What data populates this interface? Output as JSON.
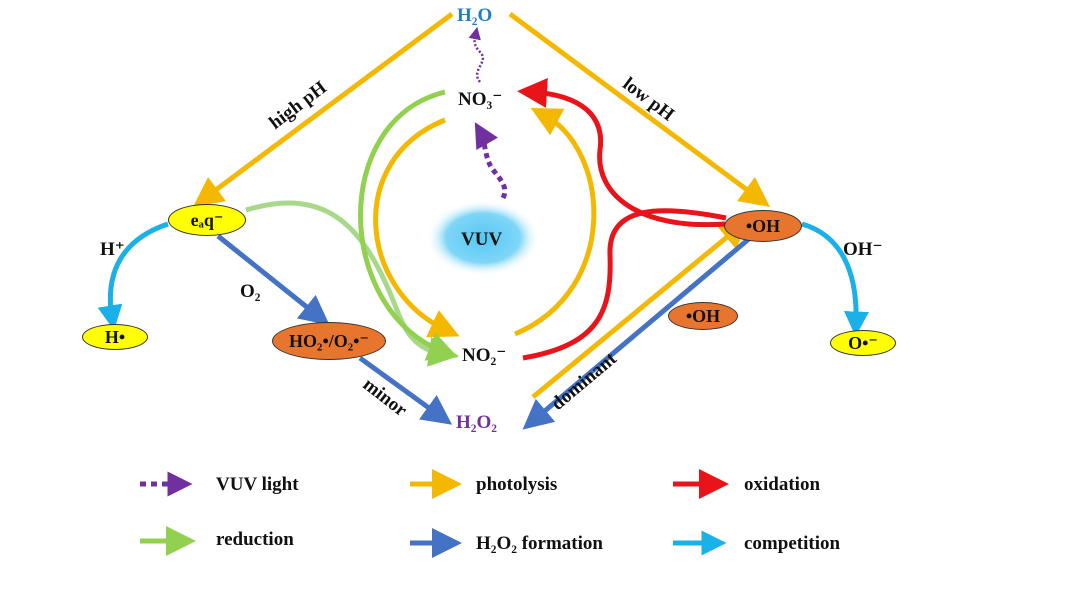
{
  "species": {
    "h2o": "H₂O",
    "no3": "NO₃⁻",
    "no2": "NO₂⁻",
    "h2o2": "H₂O₂",
    "eaq": "eₐq⁻",
    "oh_radical": "•OH",
    "oh_radical_mid": "•OH",
    "h_radical": "H•",
    "o_radical": "O•⁻",
    "ho2": "HO₂•/O₂•⁻",
    "vuv": "VUV"
  },
  "labels": {
    "high_ph": "high pH",
    "low_ph": "low pH",
    "h_plus": "H⁺",
    "o2": "O₂",
    "oh_minus": "OH⁻",
    "minor": "minor",
    "dominant": "dominant"
  },
  "legend": [
    {
      "label": "VUV light",
      "color": "#7030a0",
      "style": "dotted"
    },
    {
      "label": "photolysis",
      "color": "#f5b800",
      "style": "solid"
    },
    {
      "label": "oxidation",
      "color": "#e8141a",
      "style": "solid"
    },
    {
      "label": "reduction",
      "color": "#92d050",
      "style": "solid"
    },
    {
      "label": "H₂O₂ formation",
      "color": "#4472c4",
      "style": "solid"
    },
    {
      "label": "competition",
      "color": "#1ab0e8",
      "style": "solid"
    }
  ],
  "colors": {
    "vuv": "#7030a0",
    "photolysis": "#f5b800",
    "oxidation": "#e8141a",
    "reduction": "#92d050",
    "h2o2_formation": "#4472c4",
    "competition": "#1ab0e8",
    "h2o_text": "#1f7fbf",
    "h2o2_text": "#7030a0"
  }
}
